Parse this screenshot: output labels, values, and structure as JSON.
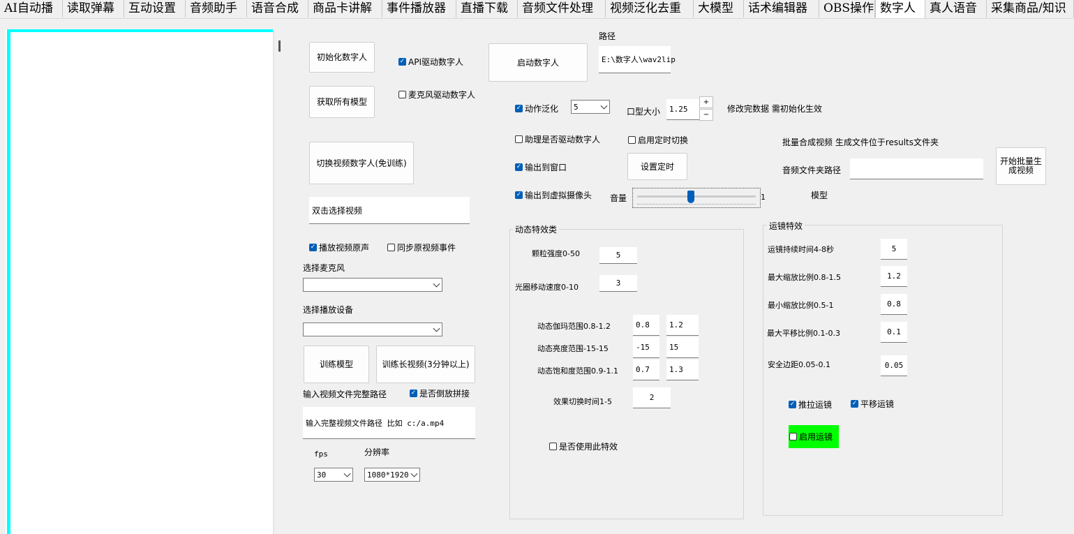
{
  "tabs": [
    {
      "label": "AI自动播"
    },
    {
      "label": "读取弹幕"
    },
    {
      "label": "互动设置"
    },
    {
      "label": "音频助手"
    },
    {
      "label": "语音合成"
    },
    {
      "label": "商品卡讲解"
    },
    {
      "label": "事件播放器"
    },
    {
      "label": "直播下载"
    },
    {
      "label": "音频文件处理"
    },
    {
      "label": "视频泛化去重"
    },
    {
      "label": "大模型"
    },
    {
      "label": "话术编辑器"
    },
    {
      "label": "OBS操作"
    },
    {
      "label": "数字人"
    },
    {
      "label": "真人语音"
    },
    {
      "label": "采集商品/知识"
    }
  ],
  "left": {
    "init_btn": "初始化数字人",
    "get_models_btn": "获取所有模型",
    "api_drive": "API驱动数字人",
    "mic_drive": "麦克风驱动数字人",
    "start_btn": "启动数字人",
    "path_label": "路径",
    "path_value": "E:\\数字人\\wav2lip",
    "switch_btn": "切换视频数字人(免训练)",
    "video_select": "双击选择视频",
    "play_original_audio": "播放视频原声",
    "sync_events": "同步原视频事件",
    "mic_label": "选择麦克风",
    "device_label": "选择播放设备",
    "train_btn": "训练模型",
    "train_long_btn": "训练长视频(3分钟以上)",
    "input_path_label": "输入视频文件完整路径",
    "reverse_concat": "是否倒放拼接",
    "input_path_value": "输入完整视频文件路径 比如 c:/a.mp4",
    "fps_label": "fps",
    "fps_value": "30",
    "res_label": "分辨率",
    "res_value": "1080*1920"
  },
  "mid": {
    "action_gen": "动作泛化",
    "action_gen_value": "5",
    "mouth_label": "口型大小",
    "mouth_value": "1.25",
    "plus": "+",
    "minus": "−",
    "note": "修改完数据 需初始化生效",
    "assistant_drive": "助理是否驱动数字人",
    "timer_switch": "启用定时切换",
    "output_window": "输出到窗口",
    "timer_btn": "设置定时",
    "virtual_cam": "输出到虚拟摄像头",
    "volume_label": "音量",
    "volume_value": "1",
    "volume_level": 0.45
  },
  "batch": {
    "title": "批量合成视频 生成文件位于results文件夹",
    "audio_folder_label": "音频文件夹路径",
    "start_btn": "开始批量生成视频",
    "model_label": "模型"
  },
  "effects": {
    "title": "动态特效类",
    "particle_label": "颗粒强度0-50",
    "particle_value": "5",
    "halo_label": "光圈移动速度0-10",
    "halo_value": "3",
    "gamma_label": "动态伽玛范围0.8-1.2",
    "gamma_min": "0.8",
    "gamma_max": "1.2",
    "bright_label": "动态亮度范围-15-15",
    "bright_min": "-15",
    "bright_max": "15",
    "sat_label": "动态饱和度范围0.9-1.1",
    "sat_min": "0.7",
    "sat_max": "1.3",
    "switch_label": "效果切换时间1-5",
    "switch_value": "2",
    "use_effect": "是否使用此特效"
  },
  "camera": {
    "title": "运镜特效",
    "duration_label": "运镜持续时间4-8秒",
    "duration_value": "5",
    "max_zoom_label": "最大缩放比例0.8-1.5",
    "max_zoom_value": "1.2",
    "min_zoom_label": "最小缩放比例0.5-1",
    "min_zoom_value": "0.8",
    "max_pan_label": "最大平移比例0.1-0.3",
    "max_pan_value": "0.1",
    "margin_label": "安全边距0.05-0.1",
    "margin_value": "0.05",
    "push_pull": "推拉运镜",
    "pan": "平移运镜",
    "enable": "启用运镜"
  },
  "colors": {
    "accent": "#005fb8",
    "preview_border": "#00ffff",
    "enable_bg": "#00ff00"
  }
}
